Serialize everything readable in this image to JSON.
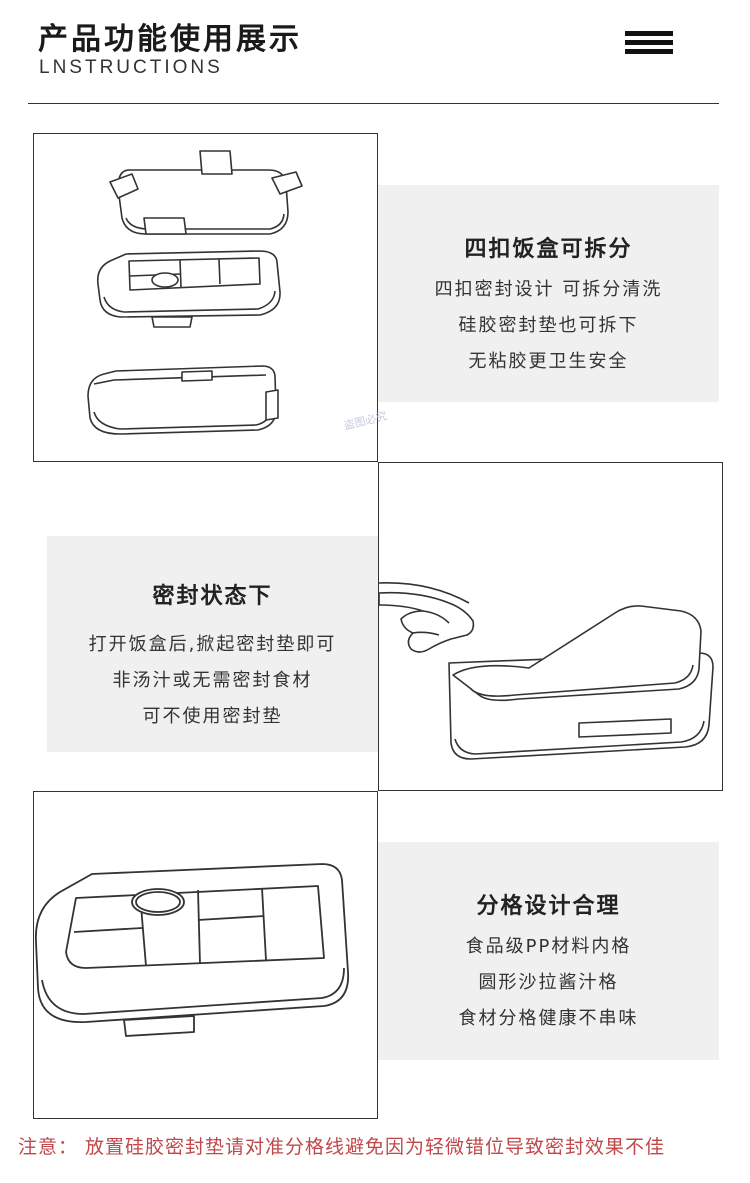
{
  "header": {
    "title": "产品功能使用展示",
    "subtitle": "LNSTRUCTIONS",
    "menu_icon": "hamburger-menu-icon"
  },
  "features": [
    {
      "heading": "四扣饭盒可拆分",
      "lines": [
        "四扣密封设计 可拆分清洗",
        "硅胶密封垫也可拆下",
        "无粘胶更卫生安全"
      ],
      "illustration_icon": "exploded-lunchbox-icon"
    },
    {
      "heading": "密封状态下",
      "lines": [
        "打开饭盒后,掀起密封垫即可",
        "非汤汁或无需密封食材",
        "可不使用密封垫"
      ],
      "illustration_icon": "hand-lifting-seal-icon"
    },
    {
      "heading": "分格设计合理",
      "lines": [
        "食品级PP材料内格",
        "圆形沙拉酱汁格",
        "食材分格健康不串味"
      ],
      "illustration_icon": "compartment-tray-icon"
    }
  ],
  "watermark": "盗图必究",
  "note": "注意： 放置硅胶密封垫请对准分格线避免因为轻微错位导致密封效果不佳",
  "colors": {
    "panel_bg": "#f0f0f0",
    "note": "#c0484a",
    "line": "#333333"
  }
}
